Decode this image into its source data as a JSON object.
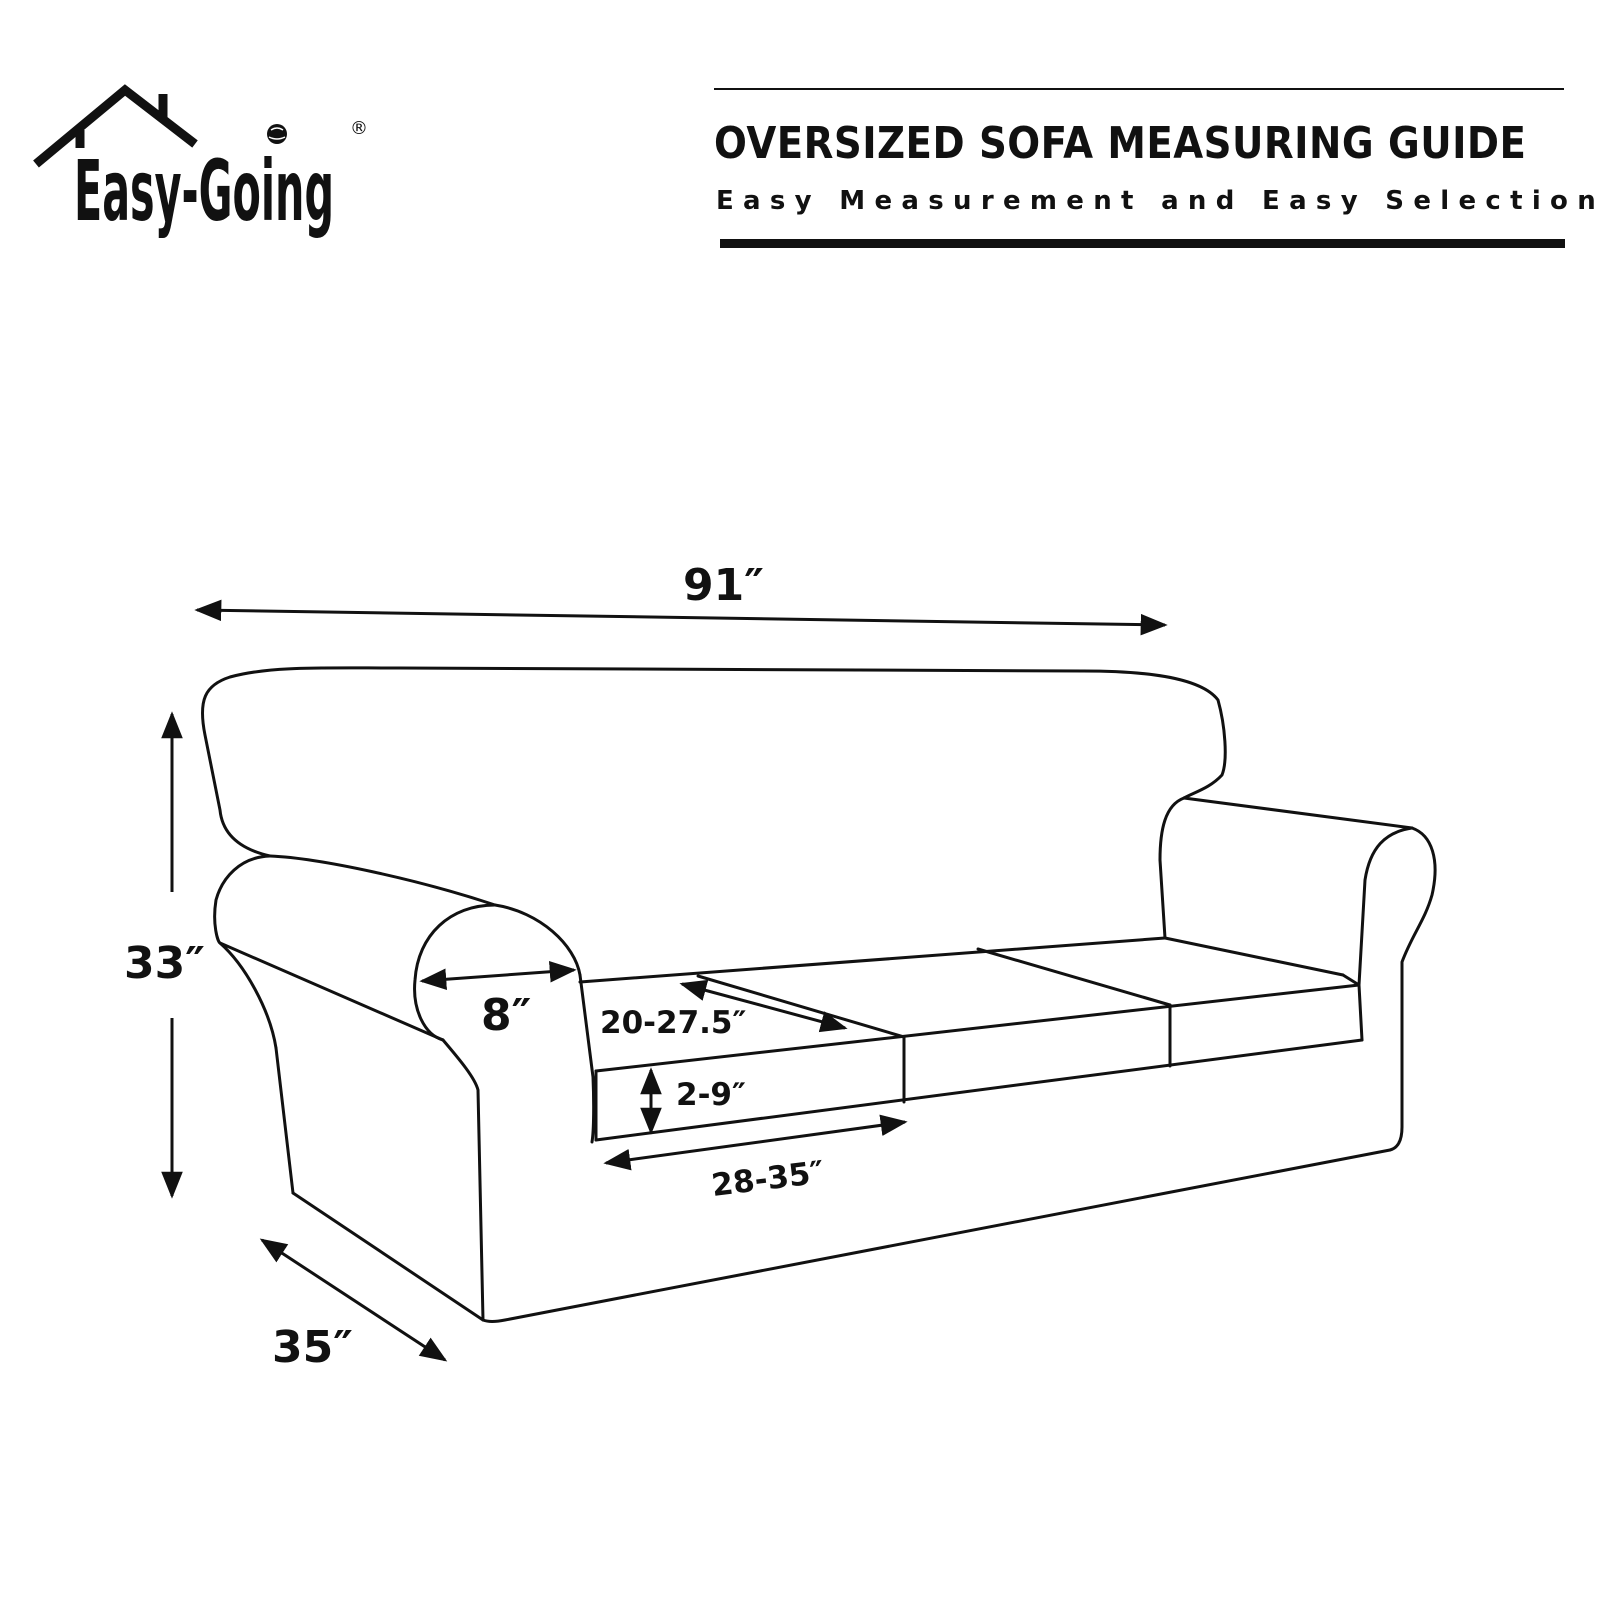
{
  "brand": {
    "name": "Easy-Going",
    "registered_mark": "®"
  },
  "header": {
    "title": "OVERSIZED SOFA MEASURING GUIDE",
    "subtitle": "Easy Measurement and Easy Selection"
  },
  "dimensions": {
    "width": "91″",
    "height": "33″",
    "depth": "35″",
    "arm_width": "8″",
    "seat_depth": "20-27.5″",
    "cushion_thickness": "2-9″",
    "cushion_width": "28-35″"
  },
  "icons": [
    "house-roof-icon",
    "globe-icon"
  ]
}
